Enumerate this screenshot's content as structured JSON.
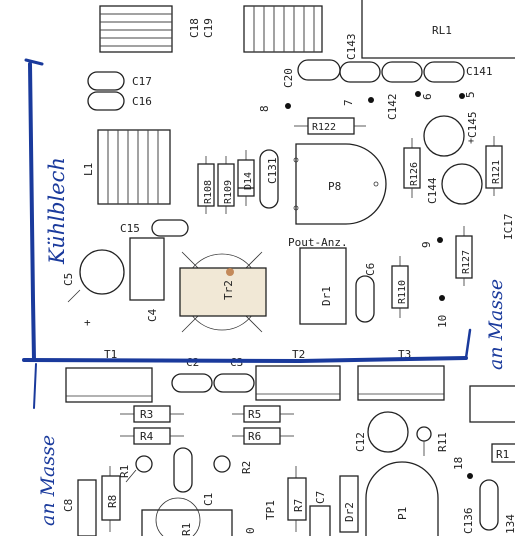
{
  "board": {
    "colors": {
      "ink": "#222222",
      "annotation": "#1a3a9c",
      "bg": "#ffffff",
      "transistor_fill": "#f1e8d6"
    },
    "components": {
      "c18": "C18",
      "c19": "C19",
      "c143": "C143",
      "rl1": "RL1",
      "c20": "C20",
      "c141": "C141",
      "c17": "C17",
      "c16": "C16",
      "r122": "R122",
      "c142": "C142",
      "c145": "C145",
      "l1": "L1",
      "r108": "R108",
      "r109": "R109",
      "d14": "D14",
      "c131": "C131",
      "p8": "P8",
      "r126": "R126",
      "c144": "C144",
      "r121": "R121",
      "c15": "C15",
      "c5": "C5",
      "c4": "C4",
      "tr2": "Tr2",
      "pout_anz": "Pout-Anz.",
      "dr1": "Dr1",
      "c6": "C6",
      "r110": "R110",
      "r127": "R127",
      "ic17": "IC17",
      "t1": "T1",
      "c2": "C2",
      "c3": "C3",
      "t2": "T2",
      "t3": "T3",
      "r3": "R3",
      "r4": "R4",
      "r5": "R5",
      "r6": "R6",
      "c12": "C12",
      "r11": "R11",
      "r1_top": "R1",
      "c8": "C8",
      "r8": "R8",
      "c1": "C1",
      "r2": "R2",
      "r1_bottom": "R1",
      "tp1": "TP1",
      "r7": "R7",
      "c7": "C7",
      "dr2": "Dr2",
      "p1": "P1",
      "c136": "C136",
      "c134": "134"
    },
    "pins": {
      "n5": "5",
      "n6": "6",
      "n7": "7",
      "n8": "8",
      "n9": "9",
      "n10": "10",
      "n18": "18",
      "n0": "0"
    },
    "polarity": {
      "plus": "+"
    },
    "annotations": {
      "kuehlblech": "Kühlblech",
      "an_masse_right": "an Masse",
      "an_masse_left": "an Masse"
    }
  }
}
